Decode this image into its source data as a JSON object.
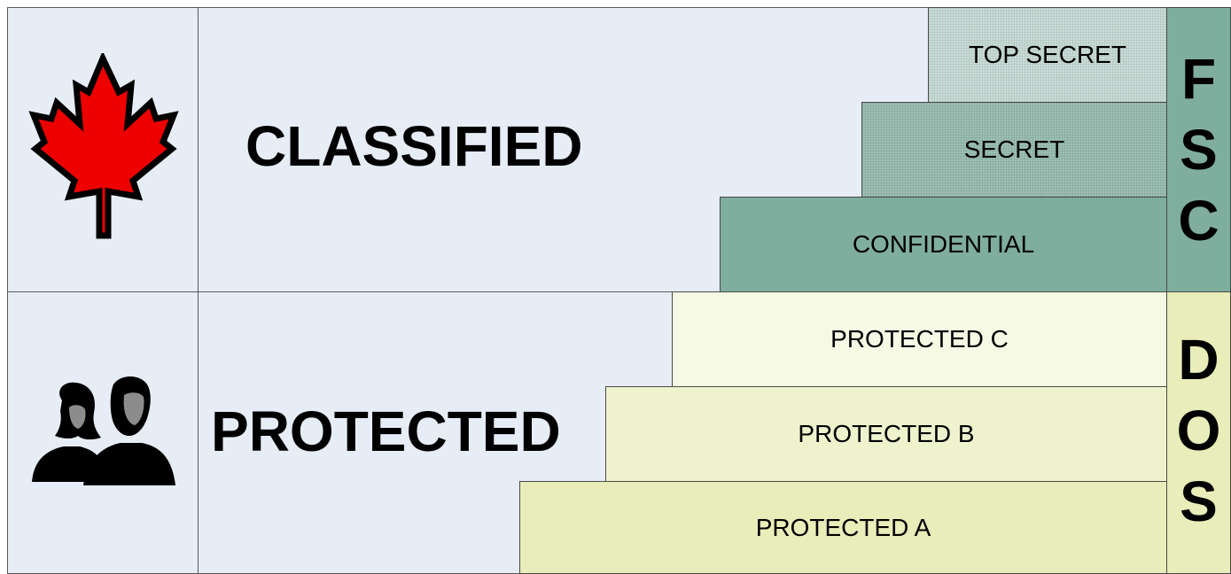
{
  "labels": {
    "classified": "CLASSIFIED",
    "protected": "PROTECTED"
  },
  "steps": {
    "top_secret": "TOP SECRET",
    "secret": "SECRET",
    "confidential": "CONFIDENTIAL",
    "protected_c": "PROTECTED C",
    "protected_b": "PROTECTED B",
    "protected_a": "PROTECTED A"
  },
  "side": {
    "fsc": [
      "F",
      "S",
      "C"
    ],
    "dos": [
      "D",
      "O",
      "S"
    ]
  },
  "icons": {
    "top": "maple-leaf-icon",
    "bottom": "people-icon"
  },
  "colors": {
    "maple": "#ee0000",
    "classified_fill": "#7fae9f",
    "protected_fill": "#e8edb9"
  }
}
